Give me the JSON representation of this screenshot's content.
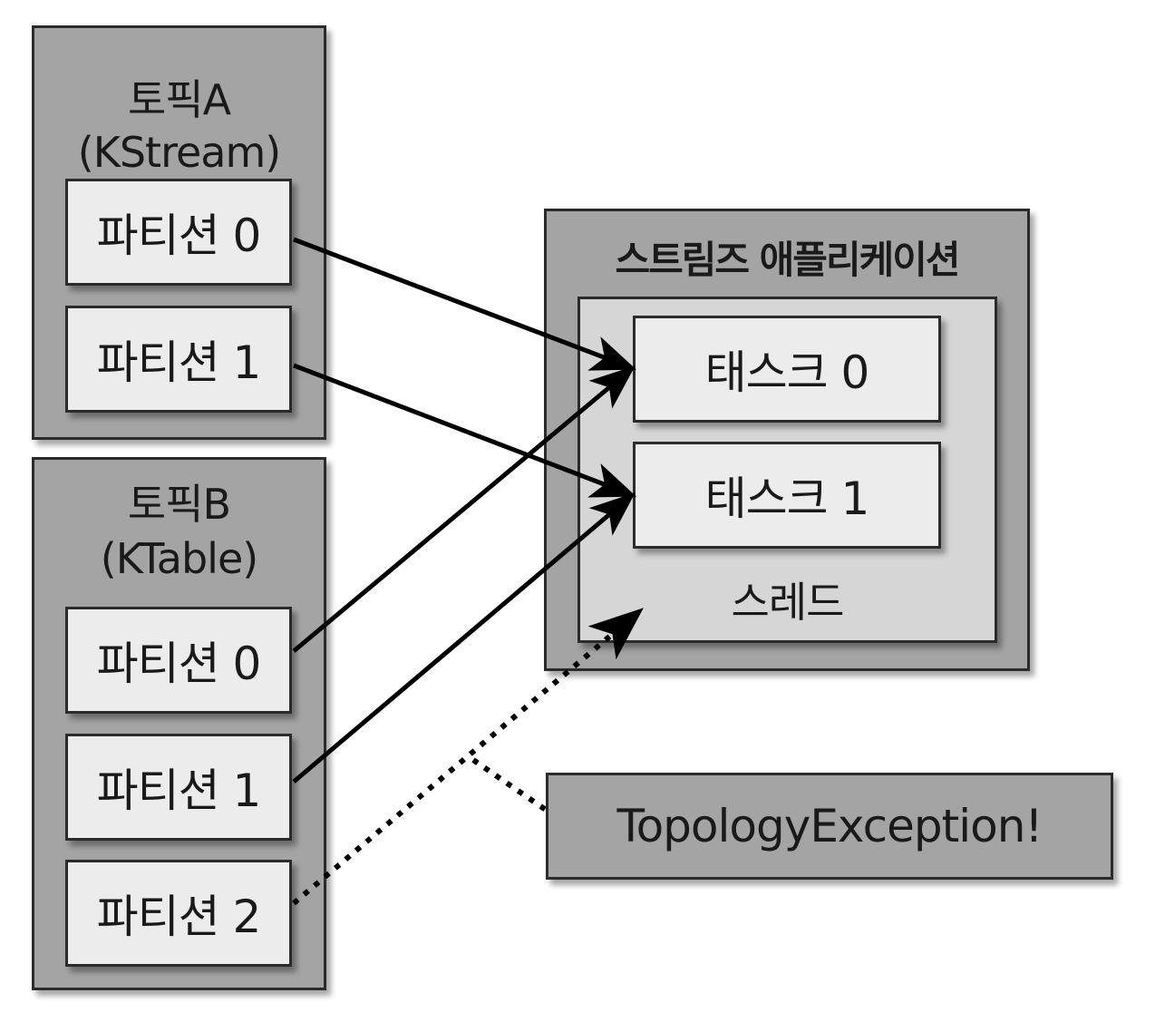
{
  "topicA": {
    "title": "토픽A",
    "subtitle": "(KStream)",
    "partitions": [
      "파티션 0",
      "파티션 1"
    ]
  },
  "topicB": {
    "title": "토픽B",
    "subtitle": "(KTable)",
    "partitions": [
      "파티션 0",
      "파티션 1",
      "파티션 2"
    ]
  },
  "app": {
    "title": "스트림즈 애플리케이션",
    "thread_label": "스레드",
    "tasks": [
      "태스크 0",
      "태스크 1"
    ]
  },
  "exception": {
    "label": "TopologyException!"
  },
  "colors": {
    "outer_gray": "#a4a4a4",
    "inner_gray": "#d6d6d6",
    "box_fill": "#ececec",
    "stroke": "#000000"
  }
}
